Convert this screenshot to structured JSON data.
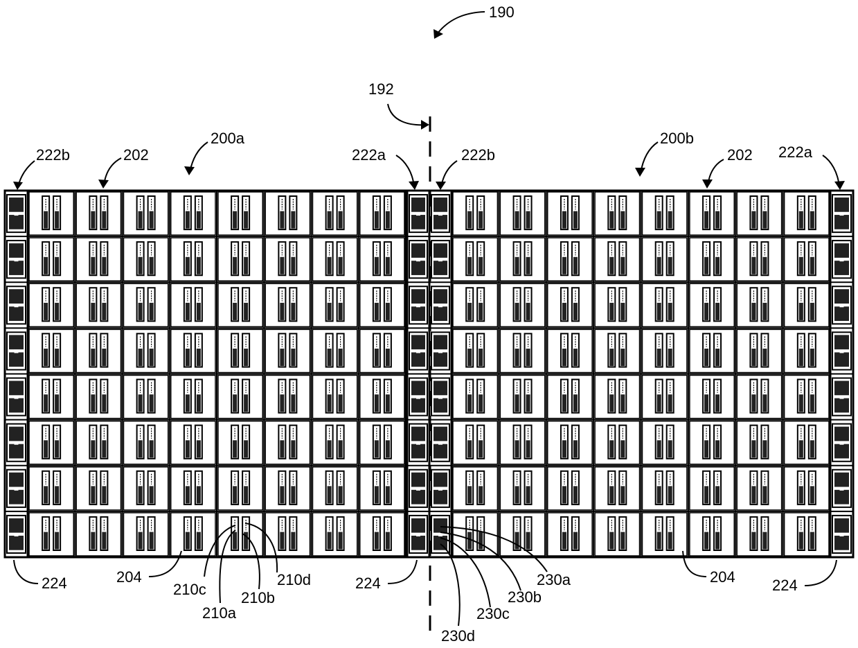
{
  "figure": {
    "ref_system": "190",
    "ref_axis": "192",
    "left_block": {
      "ref": "200a",
      "grid_ref": "202",
      "end_column_left_ref": "222b",
      "end_column_right_ref": "222a",
      "bottom_left_ref": "224",
      "bottom_right_ref": "224",
      "cell_ref": "204",
      "element_refs": [
        "210a",
        "210b",
        "210c",
        "210d"
      ]
    },
    "right_block": {
      "ref": "200b",
      "grid_ref": "202",
      "end_column_left_ref": "222b",
      "end_column_right_ref": "222a",
      "bottom_right_ref": "224",
      "cell_ref": "204",
      "element_refs": [
        "230a",
        "230b",
        "230c",
        "230d"
      ]
    },
    "grid": {
      "rows": 8,
      "columns_per_block": 8
    },
    "colors": {
      "ink": "#000000",
      "background": "#ffffff"
    }
  }
}
